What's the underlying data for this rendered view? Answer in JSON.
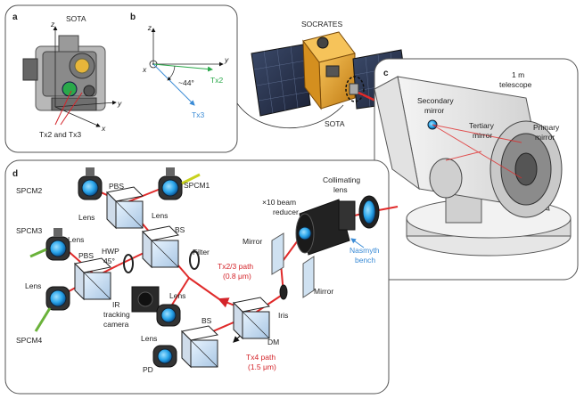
{
  "panels": {
    "a": {
      "letter": "a",
      "title": "SOTA",
      "axis_z": "z",
      "axis_y": "y",
      "axis_x": "x",
      "callout": "Tx2 and Tx3"
    },
    "b": {
      "letter": "b",
      "axis_z": "z",
      "axis_y": "y",
      "axis_x": "x",
      "angle": "~44°",
      "tx2": "Tx2",
      "tx3": "Tx3"
    },
    "satellite": {
      "name": "SOCRATES",
      "payload": "SOTA"
    },
    "c": {
      "letter": "c",
      "telescope_line1": "1 m",
      "telescope_line2": "telescope",
      "secondary_line1": "Secondary",
      "secondary_line2": "mirror",
      "tertiary_line1": "Tertiary",
      "tertiary_line2": "mirror",
      "primary_line1": "Primary",
      "primary_line2": "mirror"
    },
    "d": {
      "letter": "d",
      "spcm1": "SPCM1",
      "spcm2": "SPCM2",
      "spcm3": "SPCM3",
      "spcm4": "SPCM4",
      "pbs_top": "PBS",
      "pbs_left": "PBS",
      "bs_mid": "BS",
      "bs_bottom": "BS",
      "lens_spcm2": "Lens",
      "lens_spcm1": "Lens",
      "lens_spcm3": "Lens",
      "lens_spcm4": "Lens",
      "lens_ir": "Lens",
      "lens_pd": "Lens",
      "hwp_line1": "HWP",
      "hwp_line2": "45°",
      "filter": "Filter",
      "tx23_line1": "Tx2/3 path",
      "tx23_line2": "(0.8 μm)",
      "ir_line1": "IR",
      "ir_line2": "tracking",
      "ir_line3": "camera",
      "dm": "DM",
      "iris": "Iris",
      "pd": "PD",
      "tx4_line1": "Tx4 path",
      "tx4_line2": "(1.5 μm)",
      "mirror_left": "Mirror",
      "mirror_right": "Mirror",
      "reducer_line1": "×10 beam",
      "reducer_line2": "reducer",
      "collimating_line1": "Collimating",
      "collimating_line2": "lens",
      "nasmyth_line1": "Nasmyth",
      "nasmyth_line2": "bench"
    }
  }
}
